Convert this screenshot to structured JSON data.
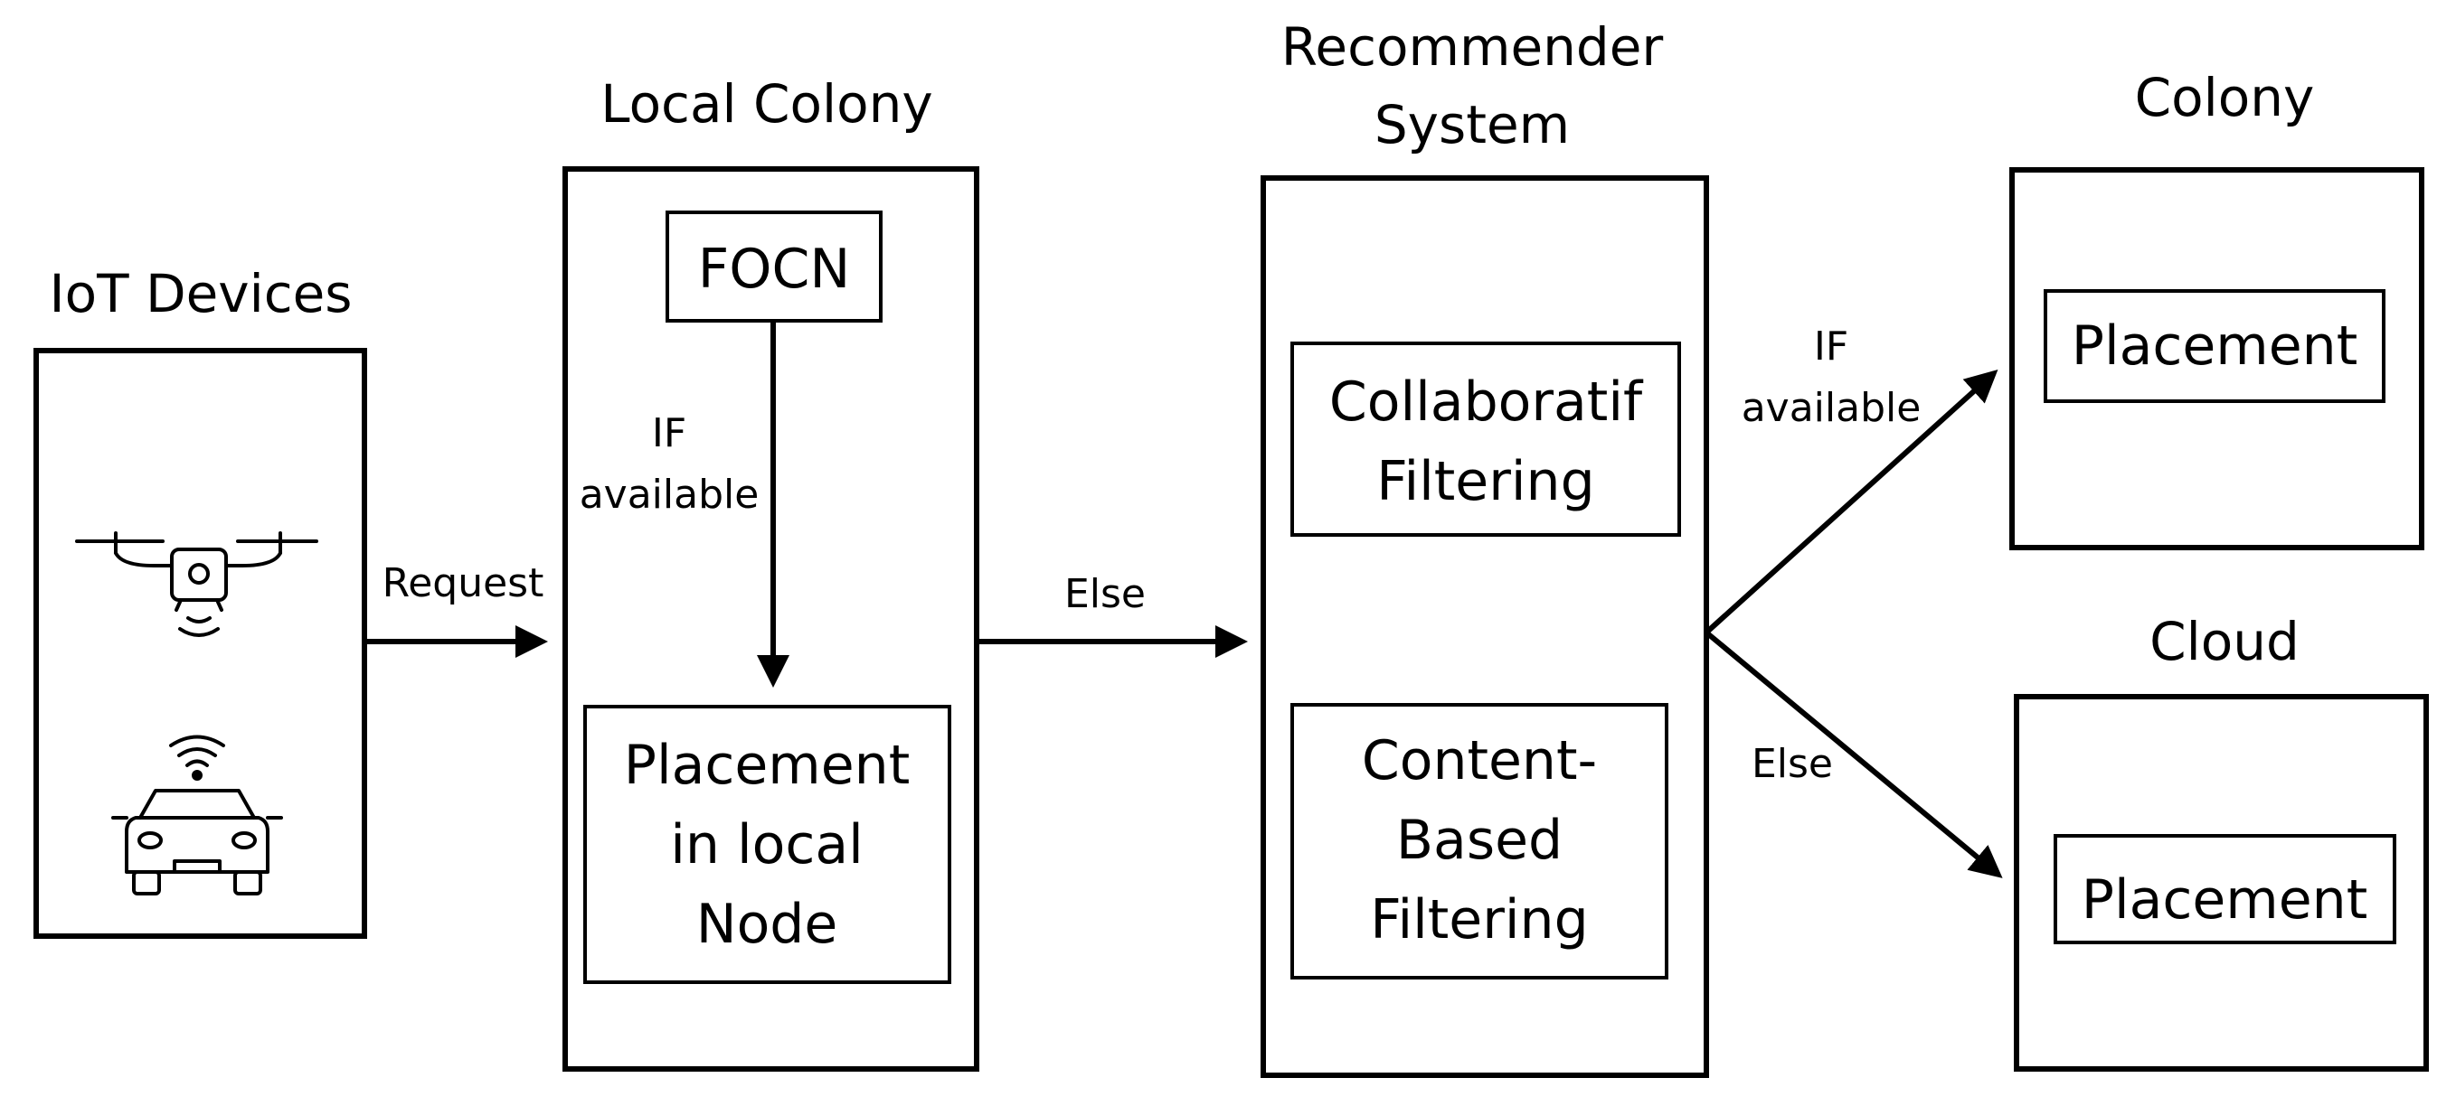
{
  "titles": {
    "iot": "IoT Devices",
    "local_colony": "Local Colony",
    "recommender_line1": "Recommender",
    "recommender_line2": "System",
    "colony": "Colony",
    "cloud": "Cloud"
  },
  "local_colony": {
    "focn": "FOCN",
    "placement_lines": [
      "Placement",
      "in local",
      "Node"
    ]
  },
  "recommender": {
    "collab_lines": [
      "Collaboratif",
      "Filtering"
    ],
    "content_lines": [
      "Content-",
      "Based",
      "Filtering"
    ]
  },
  "colony_box": {
    "placement": "Placement"
  },
  "cloud_box": {
    "placement": "Placement"
  },
  "edges": {
    "request": "Request",
    "if_available_local_line1": "IF",
    "if_available_local_line2": "available",
    "else_to_recommender": "Else",
    "if_available_colony_line1": "IF",
    "if_available_colony_line2": "available",
    "else_to_cloud": "Else"
  },
  "icons": [
    "drone-icon",
    "connected-car-icon"
  ]
}
